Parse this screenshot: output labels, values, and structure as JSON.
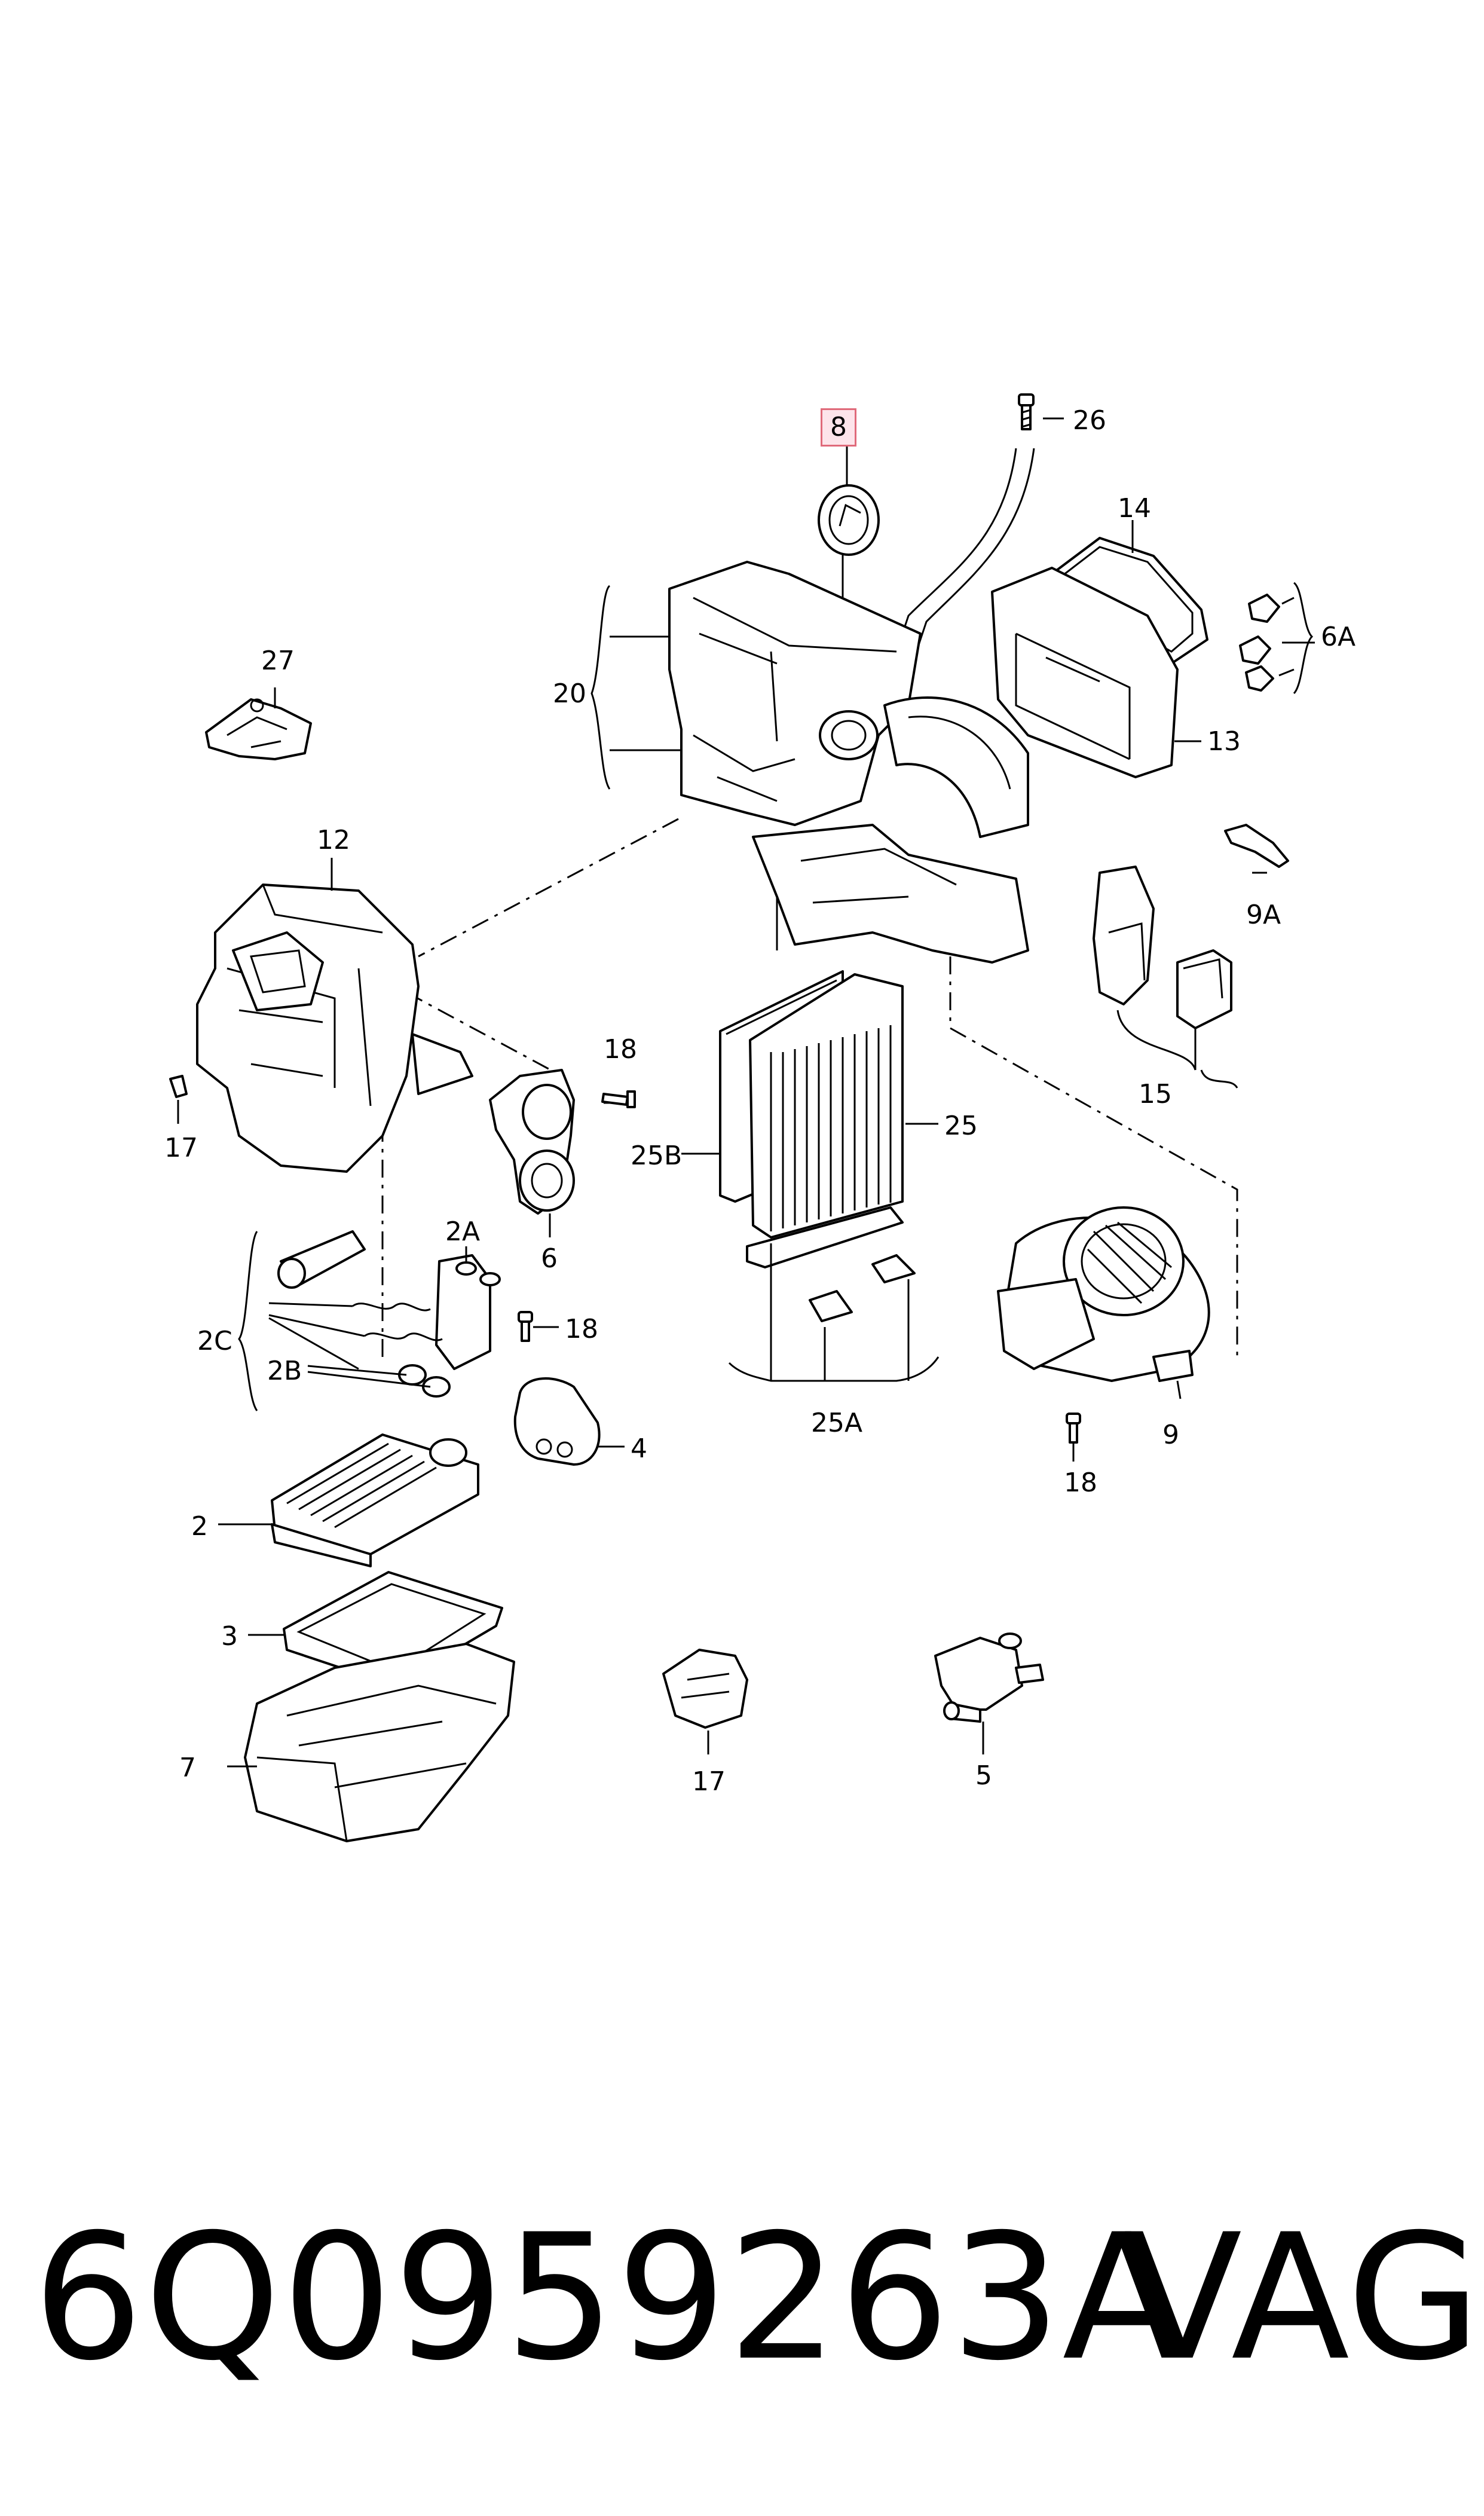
{
  "highlighted_part": "8",
  "callouts": {
    "c8": "8",
    "c26": "26",
    "c14": "14",
    "c6A": "6A",
    "c13": "13",
    "c20": "20",
    "c27": "27",
    "c12": "12",
    "c9A": "9A",
    "c15": "15",
    "c18a": "18",
    "c17a": "17",
    "c25B": "25B",
    "c25": "25",
    "c6": "6",
    "c2A": "2A",
    "c18b": "18",
    "c2C": "2C",
    "c2B": "2B",
    "c25A": "25A",
    "c9": "9",
    "c18c": "18",
    "c4": "4",
    "c2": "2",
    "c3": "3",
    "c7": "7",
    "c17b": "17",
    "c5": "5"
  },
  "footer": {
    "part_number": "6Q0959263A",
    "brand": "VAG"
  }
}
